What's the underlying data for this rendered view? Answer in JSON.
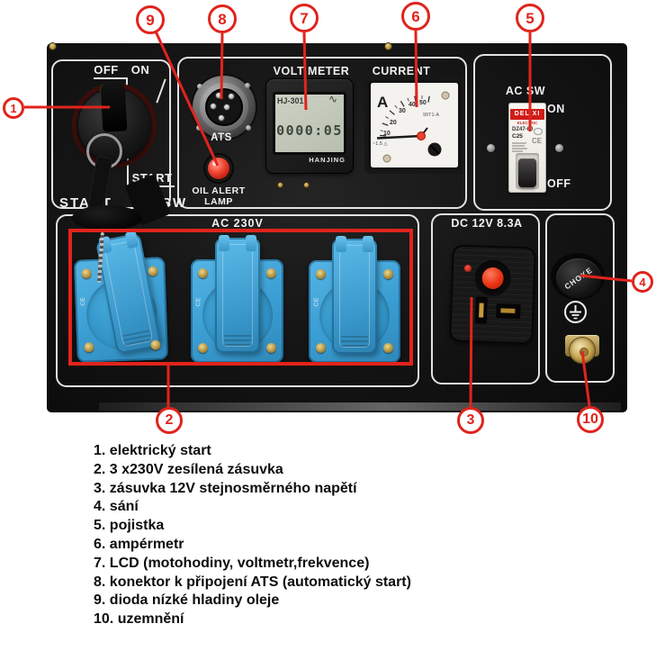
{
  "callouts": [
    "1",
    "2",
    "3",
    "4",
    "5",
    "6",
    "7",
    "8",
    "9",
    "10"
  ],
  "panel": {
    "key_switch": {
      "off": "OFF",
      "on": "ON",
      "start": "START",
      "start_sw_left": "START",
      "start_sw_right": "SW"
    },
    "ats_connector": {
      "label": "ATS"
    },
    "oil_alert_lamp": {
      "line1": "OIL ALERT",
      "line2": "LAMP"
    },
    "volt_meter": {
      "title": "VOLT METER",
      "model": "HJ-301",
      "wave_symbol": "∿",
      "reading": "0000:05",
      "brand": "HANJING"
    },
    "current_meter": {
      "title": "CURRENT METER",
      "unit": "A",
      "ticks": [
        "10",
        "20",
        "30",
        "40",
        "50"
      ],
      "model": "99T1-A",
      "class_marking": "~1.5 △"
    },
    "ac_breaker": {
      "title": "AC SW",
      "on": "ON",
      "off": "OFF",
      "brand": "DELIXI",
      "brand_sub": "ELECTRIC",
      "model": "DZ47-60",
      "rating": "C25",
      "ce_mark": "CE"
    },
    "ac_outlets": {
      "title": "AC 230V",
      "ce_mark": "CE"
    },
    "dc_outlet": {
      "title": "DC 12V 8.3A"
    },
    "choke": {
      "label": "CHOKE"
    }
  },
  "legend": {
    "items": [
      "1. elektrický start",
      "2. 3 x230V zesílená zásuvka",
      "3. zásuvka 12V stejnosměrného napětí",
      "4. sání",
      "5. pojistka",
      "6. ampérmetr",
      "7. LCD (motohodiny, voltmetr,frekvence)",
      "8. konektor k připojení ATS (automatický start)",
      "9. dioda nízké hladiny oleje",
      "10. uzemnění"
    ]
  },
  "colors": {
    "callout_red": "#e0241c",
    "socket_blue": "#3aa2d8",
    "lcd_green": "#c9cfc1",
    "breaker_brand_red": "#d01d17"
  }
}
